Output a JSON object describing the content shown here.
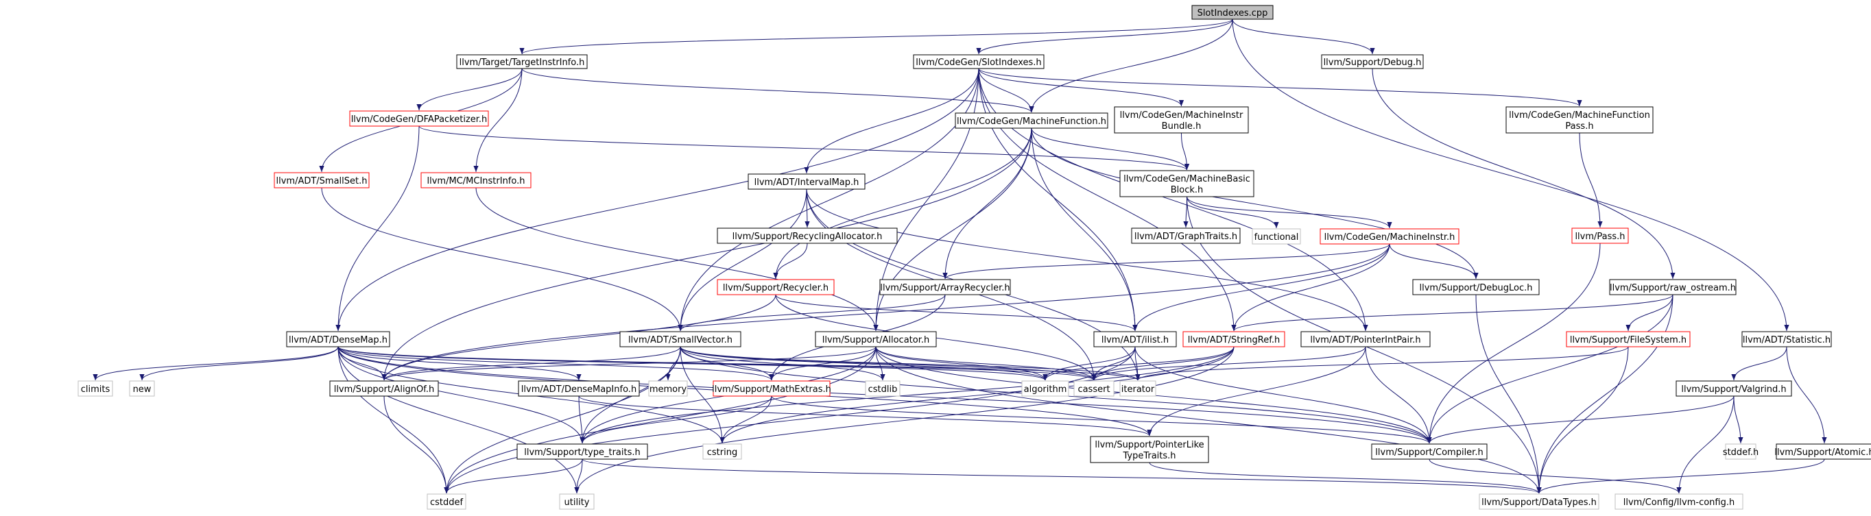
{
  "colors": {
    "edge": "#191970",
    "normal_border": "#000000",
    "truncated_border": "#ff0000",
    "system_border": "#bfbfbf",
    "root_fill": "#bfbfbf",
    "node_fill": "#ffffff",
    "text": "#000000",
    "system_text": "#444444"
  },
  "nodes": [
    {
      "id": "root",
      "lines": [
        "SlotIndexes.cpp"
      ],
      "kind": "root"
    },
    {
      "id": "tinstr",
      "lines": [
        "llvm/Target/TargetInstrInfo.h"
      ],
      "kind": "normal"
    },
    {
      "id": "slotidx",
      "lines": [
        "llvm/CodeGen/SlotIndexes.h"
      ],
      "kind": "normal"
    },
    {
      "id": "debug",
      "lines": [
        "llvm/Support/Debug.h"
      ],
      "kind": "normal"
    },
    {
      "id": "dfa",
      "lines": [
        "llvm/CodeGen/DFAPacketizer.h"
      ],
      "kind": "truncated"
    },
    {
      "id": "mf",
      "lines": [
        "llvm/CodeGen/MachineFunction.h"
      ],
      "kind": "normal"
    },
    {
      "id": "mib",
      "lines": [
        "llvm/CodeGen/MachineInstr",
        "Bundle.h"
      ],
      "kind": "normal"
    },
    {
      "id": "mfp",
      "lines": [
        "llvm/CodeGen/MachineFunction",
        "Pass.h"
      ],
      "kind": "normal"
    },
    {
      "id": "smallset",
      "lines": [
        "llvm/ADT/SmallSet.h"
      ],
      "kind": "truncated"
    },
    {
      "id": "mcinstr",
      "lines": [
        "llvm/MC/MCInstrInfo.h"
      ],
      "kind": "truncated"
    },
    {
      "id": "intmap",
      "lines": [
        "llvm/ADT/IntervalMap.h"
      ],
      "kind": "normal"
    },
    {
      "id": "mbb",
      "lines": [
        "llvm/CodeGen/MachineBasic",
        "Block.h"
      ],
      "kind": "normal"
    },
    {
      "id": "pass",
      "lines": [
        "llvm/Pass.h"
      ],
      "kind": "truncated"
    },
    {
      "id": "recycalloc",
      "lines": [
        "llvm/Support/RecyclingAllocator.h"
      ],
      "kind": "normal"
    },
    {
      "id": "graphtraits",
      "lines": [
        "llvm/ADT/GraphTraits.h"
      ],
      "kind": "normal"
    },
    {
      "id": "functional",
      "lines": [
        "functional"
      ],
      "kind": "system"
    },
    {
      "id": "minstr",
      "lines": [
        "llvm/CodeGen/MachineInstr.h"
      ],
      "kind": "truncated"
    },
    {
      "id": "recycler",
      "lines": [
        "llvm/Support/Recycler.h"
      ],
      "kind": "truncated"
    },
    {
      "id": "arrrecycler",
      "lines": [
        "llvm/Support/ArrayRecycler.h"
      ],
      "kind": "normal"
    },
    {
      "id": "debugloc",
      "lines": [
        "llvm/Support/DebugLoc.h"
      ],
      "kind": "normal"
    },
    {
      "id": "rawos",
      "lines": [
        "llvm/Support/raw_ostream.h"
      ],
      "kind": "normal"
    },
    {
      "id": "densemap",
      "lines": [
        "llvm/ADT/DenseMap.h"
      ],
      "kind": "normal"
    },
    {
      "id": "smallvec",
      "lines": [
        "llvm/ADT/SmallVector.h"
      ],
      "kind": "normal"
    },
    {
      "id": "allocator",
      "lines": [
        "llvm/Support/Allocator.h"
      ],
      "kind": "normal"
    },
    {
      "id": "ilist",
      "lines": [
        "llvm/ADT/ilist.h"
      ],
      "kind": "normal"
    },
    {
      "id": "stringref",
      "lines": [
        "llvm/ADT/StringRef.h"
      ],
      "kind": "truncated"
    },
    {
      "id": "ptrintpair",
      "lines": [
        "llvm/ADT/PointerIntPair.h"
      ],
      "kind": "normal"
    },
    {
      "id": "filesystem",
      "lines": [
        "llvm/Support/FileSystem.h"
      ],
      "kind": "truncated"
    },
    {
      "id": "statistic",
      "lines": [
        "llvm/ADT/Statistic.h"
      ],
      "kind": "normal"
    },
    {
      "id": "climits",
      "lines": [
        "climits"
      ],
      "kind": "system"
    },
    {
      "id": "new",
      "lines": [
        "new"
      ],
      "kind": "system"
    },
    {
      "id": "alignof",
      "lines": [
        "llvm/Support/AlignOf.h"
      ],
      "kind": "normal"
    },
    {
      "id": "densemapinfo",
      "lines": [
        "llvm/ADT/DenseMapInfo.h"
      ],
      "kind": "normal"
    },
    {
      "id": "memory",
      "lines": [
        "memory"
      ],
      "kind": "system"
    },
    {
      "id": "mathextras",
      "lines": [
        "llvm/Support/MathExtras.h"
      ],
      "kind": "truncated"
    },
    {
      "id": "cstdlib",
      "lines": [
        "cstdlib"
      ],
      "kind": "system"
    },
    {
      "id": "algorithm",
      "lines": [
        "algorithm"
      ],
      "kind": "system"
    },
    {
      "id": "cassert",
      "lines": [
        "cassert"
      ],
      "kind": "system"
    },
    {
      "id": "iterator",
      "lines": [
        "iterator"
      ],
      "kind": "system"
    },
    {
      "id": "valgrind",
      "lines": [
        "llvm/Support/Valgrind.h"
      ],
      "kind": "normal"
    },
    {
      "id": "typetraits",
      "lines": [
        "llvm/Support/type_traits.h"
      ],
      "kind": "normal"
    },
    {
      "id": "cstring",
      "lines": [
        "cstring"
      ],
      "kind": "system"
    },
    {
      "id": "ptrlike",
      "lines": [
        "llvm/Support/PointerLike",
        "TypeTraits.h"
      ],
      "kind": "normal"
    },
    {
      "id": "compiler",
      "lines": [
        "llvm/Support/Compiler.h"
      ],
      "kind": "normal"
    },
    {
      "id": "stddefh",
      "lines": [
        "stddef.h"
      ],
      "kind": "system"
    },
    {
      "id": "atomic",
      "lines": [
        "llvm/Support/Atomic.h"
      ],
      "kind": "normal"
    },
    {
      "id": "cstddef",
      "lines": [
        "cstddef"
      ],
      "kind": "system"
    },
    {
      "id": "utility",
      "lines": [
        "utility"
      ],
      "kind": "system"
    },
    {
      "id": "datatypes",
      "lines": [
        "llvm/Support/DataTypes.h"
      ],
      "kind": "system"
    },
    {
      "id": "llvmconfig",
      "lines": [
        "llvm/Config/llvm-config.h"
      ],
      "kind": "system"
    }
  ],
  "edges": [
    [
      "root",
      "tinstr"
    ],
    [
      "root",
      "slotidx"
    ],
    [
      "root",
      "debug"
    ],
    [
      "root",
      "mf"
    ],
    [
      "root",
      "statistic"
    ],
    [
      "tinstr",
      "dfa"
    ],
    [
      "tinstr",
      "smallset"
    ],
    [
      "tinstr",
      "mcinstr"
    ],
    [
      "tinstr",
      "mf"
    ],
    [
      "slotidx",
      "mf"
    ],
    [
      "slotidx",
      "mib"
    ],
    [
      "slotidx",
      "mfp"
    ],
    [
      "slotidx",
      "intmap"
    ],
    [
      "slotidx",
      "densemap"
    ],
    [
      "slotidx",
      "smallvec"
    ],
    [
      "slotidx",
      "ilist"
    ],
    [
      "slotidx",
      "allocator"
    ],
    [
      "slotidx",
      "ptrintpair"
    ],
    [
      "slotidx",
      "stringref"
    ],
    [
      "debug",
      "rawos"
    ],
    [
      "dfa",
      "mbb"
    ],
    [
      "dfa",
      "densemap"
    ],
    [
      "mf",
      "mbb"
    ],
    [
      "mf",
      "recycler"
    ],
    [
      "mf",
      "arrrecycler"
    ],
    [
      "mf",
      "allocator"
    ],
    [
      "mf",
      "ilist"
    ],
    [
      "mf",
      "debugloc"
    ],
    [
      "mf",
      "alignof"
    ],
    [
      "mib",
      "mbb"
    ],
    [
      "mfp",
      "pass"
    ],
    [
      "smallset",
      "smallvec"
    ],
    [
      "mcinstr",
      "allocator"
    ],
    [
      "intmap",
      "recycalloc"
    ],
    [
      "intmap",
      "smallvec"
    ],
    [
      "intmap",
      "ptrintpair"
    ],
    [
      "intmap",
      "cassert"
    ],
    [
      "intmap",
      "iterator"
    ],
    [
      "mbb",
      "graphtraits"
    ],
    [
      "mbb",
      "functional"
    ],
    [
      "mbb",
      "minstr"
    ],
    [
      "mbb",
      "datatypes"
    ],
    [
      "pass",
      "compiler"
    ],
    [
      "recycalloc",
      "recycler"
    ],
    [
      "minstr",
      "arrrecycler"
    ],
    [
      "minstr",
      "debugloc"
    ],
    [
      "minstr",
      "ilist"
    ],
    [
      "minstr",
      "stringref"
    ],
    [
      "minstr",
      "alignof"
    ],
    [
      "recycler",
      "alignof"
    ],
    [
      "recycler",
      "ilist"
    ],
    [
      "recycler",
      "cassert"
    ],
    [
      "arrrecycler",
      "smallvec"
    ],
    [
      "arrrecycler",
      "mathextras"
    ],
    [
      "debugloc",
      "datatypes"
    ],
    [
      "rawos",
      "stringref"
    ],
    [
      "rawos",
      "filesystem"
    ],
    [
      "rawos",
      "compiler"
    ],
    [
      "rawos",
      "datatypes"
    ],
    [
      "densemap",
      "climits"
    ],
    [
      "densemap",
      "new"
    ],
    [
      "densemap",
      "alignof"
    ],
    [
      "densemap",
      "densemapinfo"
    ],
    [
      "densemap",
      "mathextras"
    ],
    [
      "densemap",
      "algorithm"
    ],
    [
      "densemap",
      "cassert"
    ],
    [
      "densemap",
      "iterator"
    ],
    [
      "densemap",
      "compiler"
    ],
    [
      "densemap",
      "typetraits"
    ],
    [
      "densemap",
      "cstddef"
    ],
    [
      "densemap",
      "utility"
    ],
    [
      "densemap",
      "ptrlike"
    ],
    [
      "densemap",
      "cstring"
    ],
    [
      "smallvec",
      "alignof"
    ],
    [
      "smallvec",
      "memory"
    ],
    [
      "smallvec",
      "mathextras"
    ],
    [
      "smallvec",
      "cstdlib"
    ],
    [
      "smallvec",
      "algorithm"
    ],
    [
      "smallvec",
      "cassert"
    ],
    [
      "smallvec",
      "iterator"
    ],
    [
      "smallvec",
      "compiler"
    ],
    [
      "smallvec",
      "typetraits"
    ],
    [
      "smallvec",
      "cstddef"
    ],
    [
      "smallvec",
      "cstring"
    ],
    [
      "allocator",
      "alignof"
    ],
    [
      "allocator",
      "mathextras"
    ],
    [
      "allocator",
      "cstdlib"
    ],
    [
      "allocator",
      "algorithm"
    ],
    [
      "allocator",
      "cassert"
    ],
    [
      "allocator",
      "compiler"
    ],
    [
      "allocator",
      "datatypes"
    ],
    [
      "allocator",
      "cstddef"
    ],
    [
      "allocator",
      "typetraits"
    ],
    [
      "ilist",
      "algorithm"
    ],
    [
      "ilist",
      "cassert"
    ],
    [
      "ilist",
      "iterator"
    ],
    [
      "ilist",
      "cstddef"
    ],
    [
      "ilist",
      "compiler"
    ],
    [
      "stringref",
      "algorithm"
    ],
    [
      "stringref",
      "cassert"
    ],
    [
      "stringref",
      "cstring"
    ],
    [
      "stringref",
      "typetraits"
    ],
    [
      "stringref",
      "utility"
    ],
    [
      "ptrintpair",
      "cassert"
    ],
    [
      "ptrintpair",
      "ptrlike"
    ],
    [
      "ptrintpair",
      "compiler"
    ],
    [
      "filesystem",
      "iterator"
    ],
    [
      "filesystem",
      "datatypes"
    ],
    [
      "statistic",
      "valgrind"
    ],
    [
      "statistic",
      "atomic"
    ],
    [
      "alignof",
      "cstddef"
    ],
    [
      "densemapinfo",
      "typetraits"
    ],
    [
      "densemapinfo",
      "ptrlike"
    ],
    [
      "mathextras",
      "typetraits"
    ],
    [
      "mathextras",
      "cstring"
    ],
    [
      "mathextras",
      "compiler"
    ],
    [
      "valgrind",
      "compiler"
    ],
    [
      "valgrind",
      "stddefh"
    ],
    [
      "valgrind",
      "llvmconfig"
    ],
    [
      "typetraits",
      "cstddef"
    ],
    [
      "typetraits",
      "utility"
    ],
    [
      "typetraits",
      "datatypes"
    ],
    [
      "ptrlike",
      "datatypes"
    ],
    [
      "compiler",
      "llvmconfig"
    ],
    [
      "atomic",
      "datatypes"
    ]
  ]
}
